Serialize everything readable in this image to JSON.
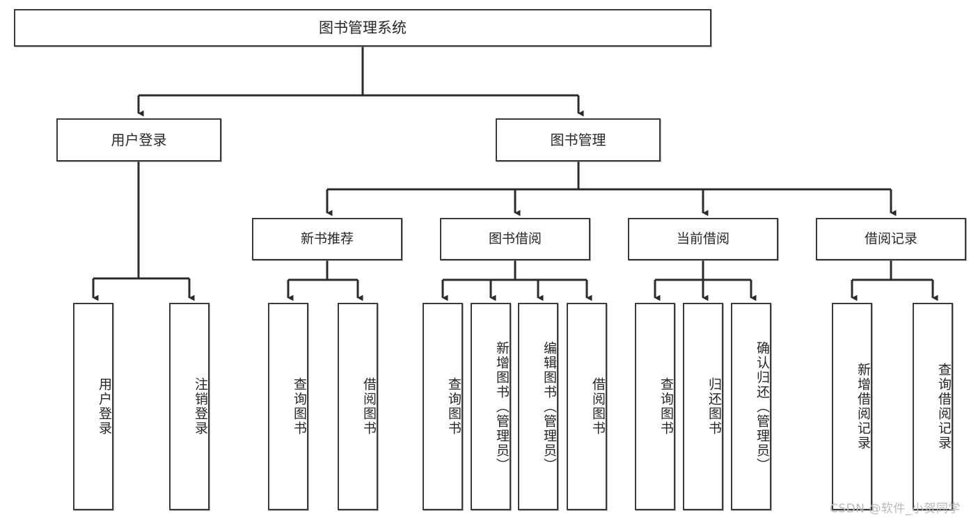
{
  "diagram": {
    "type": "tree",
    "title": "图书管理系统",
    "watermark": "CSDN @软件_小贺同学",
    "colors": {
      "box_border": "#3a3a3a",
      "box_fill": "#ffffff",
      "line": "#2b2b2b",
      "text": "#262626",
      "watermark": "#b9b9b9"
    },
    "nodes": {
      "root": {
        "label": "图书管理系统"
      },
      "level2": [
        {
          "id": "user-login",
          "label": "用户登录"
        },
        {
          "id": "book-manage",
          "label": "图书管理"
        }
      ],
      "level3": [
        {
          "id": "new-book-recommend",
          "label": "新书推荐",
          "parent": "book-manage"
        },
        {
          "id": "book-borrow",
          "label": "图书借阅",
          "parent": "book-manage"
        },
        {
          "id": "current-borrow",
          "label": "当前借阅",
          "parent": "book-manage"
        },
        {
          "id": "borrow-record",
          "label": "借阅记录",
          "parent": "book-manage"
        }
      ],
      "leaves": [
        {
          "id": "leaf-user-login",
          "label": "用户登录",
          "parent": "user-login"
        },
        {
          "id": "leaf-logout-login",
          "label": "注销登录",
          "parent": "user-login"
        },
        {
          "id": "leaf-query-book-1",
          "label": "查询图书",
          "parent": "new-book-recommend"
        },
        {
          "id": "leaf-borrow-book-1",
          "label": "借阅图书",
          "parent": "new-book-recommend"
        },
        {
          "id": "leaf-query-book-2",
          "label": "查询图书",
          "parent": "book-borrow"
        },
        {
          "id": "leaf-add-book",
          "label": "新增图书（管理员）",
          "parent": "book-borrow"
        },
        {
          "id": "leaf-edit-book",
          "label": "编辑图书（管理员）",
          "parent": "book-borrow"
        },
        {
          "id": "leaf-borrow-book-2",
          "label": "借阅图书",
          "parent": "book-borrow"
        },
        {
          "id": "leaf-query-book-3",
          "label": "查询图书",
          "parent": "current-borrow"
        },
        {
          "id": "leaf-return-book",
          "label": "归还图书",
          "parent": "current-borrow"
        },
        {
          "id": "leaf-confirm-return",
          "label": "确认归还（管理员）",
          "parent": "current-borrow"
        },
        {
          "id": "leaf-add-record",
          "label": "新增借阅记录",
          "parent": "borrow-record"
        },
        {
          "id": "leaf-query-record",
          "label": "查询借阅记录",
          "parent": "borrow-record"
        }
      ]
    }
  }
}
